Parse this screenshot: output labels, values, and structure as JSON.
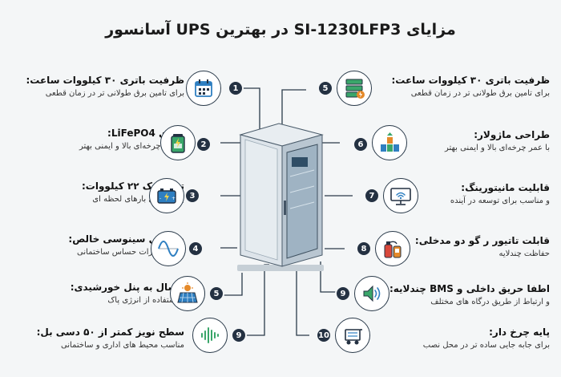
{
  "title": "مزایای SI-1230LFP3 در بهترین UPS آسانسور",
  "left_features": [
    {
      "num": "1",
      "title": "ظرفیت باتری ۳۰ کیلووات ساعت:",
      "desc": "برای تامین برق طولانی تر در زمان قطعی",
      "icon": "calendar-icon"
    },
    {
      "num": "2",
      "title": "باتری LiFePO4:",
      "desc": "با عمر چرخه‌ای بالا و ایمنی بهتر",
      "icon": "battery-icon"
    },
    {
      "num": "3",
      "title": "توان پیک ۲۲ کیلووات:",
      "desc": "برای تحمل بارهای لحظه ای",
      "icon": "car-battery-icon"
    },
    {
      "num": "4",
      "title": "خروجی سینوسی خالص:",
      "desc": "برای تجهیزات حساس ساختمانی",
      "icon": "sine-wave-icon"
    },
    {
      "num": "5",
      "title": "اتصال به پنل خورشیدی:",
      "desc": "و استفاده از انرژی پاک",
      "icon": "solar-panel-icon"
    },
    {
      "num": "9",
      "title": "سطح نویز کمتر از ۵۰ دسی بل:",
      "desc": "مناسب محیط های اداری و ساختمانی",
      "icon": "sound-wave-icon"
    }
  ],
  "right_features": [
    {
      "num": "5",
      "title": "ظرفیت باتری ۳۰ کیلووات ساعت:",
      "desc": "برای تامین برق طولانی تر در زمان قطعی",
      "icon": "server-rack-icon"
    },
    {
      "num": "6",
      "title": "طراحی ماژولار:",
      "desc": "با عمر چرخه‌ای بالا و ایمنی بهتر",
      "icon": "modular-blocks-icon"
    },
    {
      "num": "7",
      "title": "قابلیت مانیتورینگ:",
      "desc": "و مناسب برای توسعه در آینده",
      "icon": "monitor-wifi-icon"
    },
    {
      "num": "8",
      "title": "قابلت تاتیور ر گو دو مدخلی:",
      "desc": "حفاظت چندلایه",
      "icon": "fire-extinguisher-icon"
    },
    {
      "num": "9",
      "title": "اطفا حریق داخلی و BMS چندلایه:",
      "desc": "و ارتباط از طریق درگاه های مختلف",
      "icon": "speaker-icon"
    },
    {
      "num": "10",
      "title": "پایه چرخ دار:",
      "desc": "برای جابه جایی ساده تر در محل نصب",
      "icon": "wheeled-cart-icon"
    }
  ],
  "colors": {
    "dark": "#243142",
    "accent_green": "#3aa66a",
    "accent_blue": "#2f7fc1",
    "accent_orange": "#e58a2a",
    "accent_red": "#d9483b"
  }
}
